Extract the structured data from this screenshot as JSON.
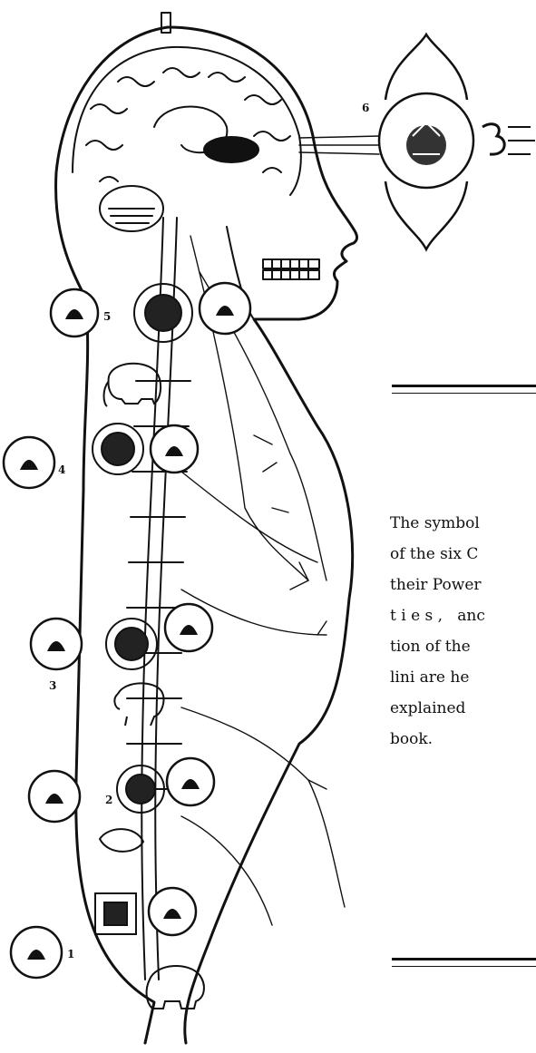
{
  "figure": {
    "chakra_numbers": [
      "1",
      "2",
      "3",
      "4",
      "5",
      "6"
    ]
  },
  "caption": {
    "lines": [
      "The symbol",
      "of the six C",
      "their Power",
      "t i e s ,   anc",
      "tion of the",
      "lini are he",
      "explained",
      "book."
    ]
  }
}
